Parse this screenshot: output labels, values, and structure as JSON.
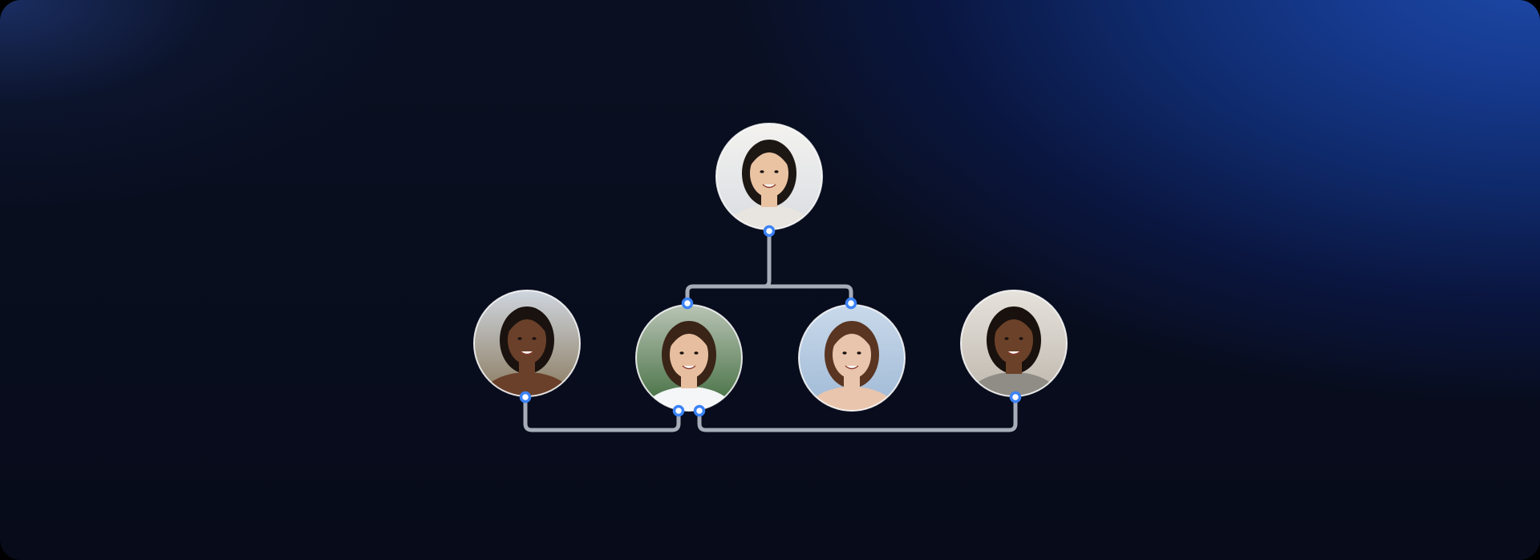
{
  "colors": {
    "connector": "#a7acb9",
    "port_fill": "#ffffff",
    "port_stroke": "#3b82f6",
    "background_dark": "#070b1a",
    "background_accent": "#1d4aa8"
  },
  "nodes": [
    {
      "id": "top",
      "icon": "person-avatar-icon",
      "bg_top": "#f3f2ef",
      "bg_bottom": "#d9dde2",
      "skin": "#eac3a2",
      "hair": "#1d1714",
      "shirt": "#e8e4df"
    },
    {
      "id": "left",
      "icon": "person-avatar-icon",
      "bg_top": "#cfd6df",
      "bg_bottom": "#8a7a5e",
      "skin": "#6a402a",
      "hair": "#1a120e",
      "shirt": "#6a402a"
    },
    {
      "id": "center-left",
      "icon": "person-avatar-icon",
      "bg_top": "#b9c4b5",
      "bg_bottom": "#3f6b3c",
      "skin": "#e7bfa0",
      "hair": "#3a2417",
      "shirt": "#f4f6f8"
    },
    {
      "id": "center-right",
      "icon": "person-avatar-icon",
      "bg_top": "#c9d9ea",
      "bg_bottom": "#9fb9d6",
      "skin": "#e9c5ad",
      "hair": "#5a3522",
      "shirt": "#e9c5ad"
    },
    {
      "id": "right",
      "icon": "person-avatar-icon",
      "bg_top": "#e6e2dc",
      "bg_bottom": "#bfb8ae",
      "skin": "#6b4129",
      "hair": "#18110d",
      "shirt": "#8f8d86"
    }
  ],
  "edges": [
    {
      "from": "top",
      "to": "center-left"
    },
    {
      "from": "top",
      "to": "center-right"
    },
    {
      "from": "left",
      "to": "center-left"
    },
    {
      "from": "center-left",
      "to": "right"
    }
  ]
}
